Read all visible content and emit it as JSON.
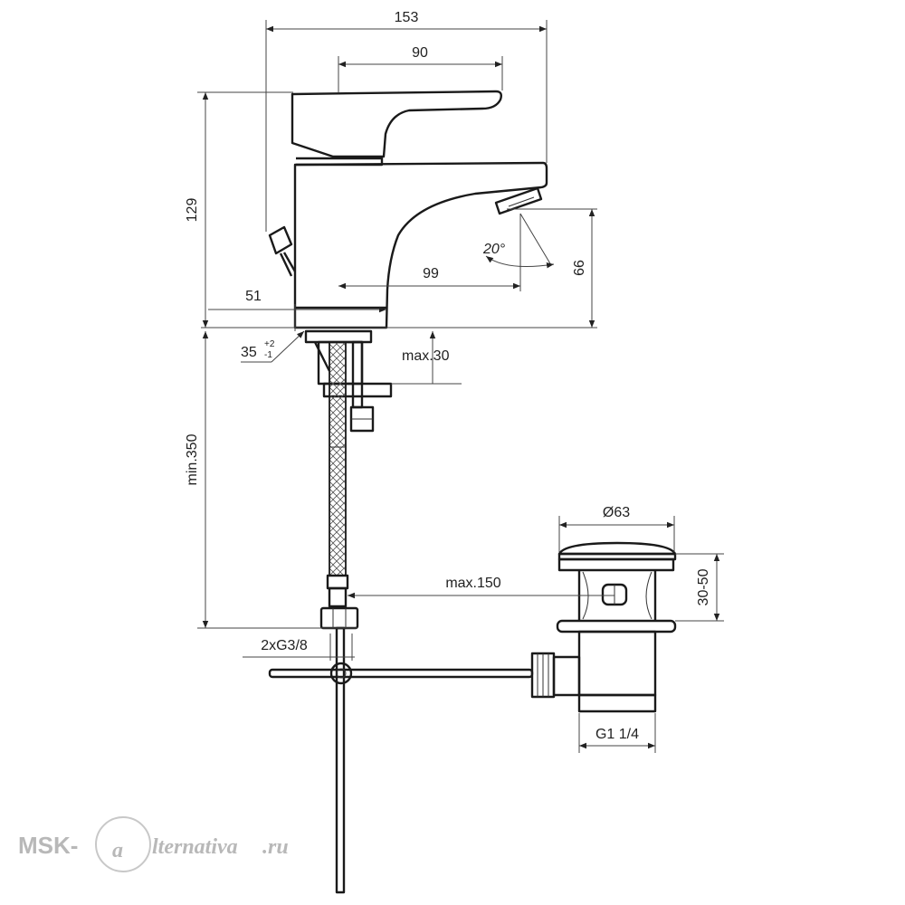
{
  "dimensions": {
    "total_width": "153",
    "lever_length": "90",
    "total_height": "129",
    "spout_reach": "99",
    "spout_height": "66",
    "spray_angle": "20°",
    "base_diameter": "51",
    "hole_diameter": "35",
    "hole_tol_plus": "+2",
    "hole_tol_minus": "-1",
    "max_thickness": "max.30",
    "hose_length": "min.350",
    "rod_length": "max.150",
    "drain_diameter": "Ø63",
    "drain_range": "30-50",
    "drain_thread": "G1 1/4",
    "hose_thread": "2xG3/8"
  },
  "watermark": {
    "brand_prefix": "MSK-",
    "brand_letter": "a",
    "brand_suffix": "lternativa",
    "brand_domain": ".ru"
  },
  "colors": {
    "line": "#1a1a1a",
    "watermark": "#b8b8b8"
  }
}
